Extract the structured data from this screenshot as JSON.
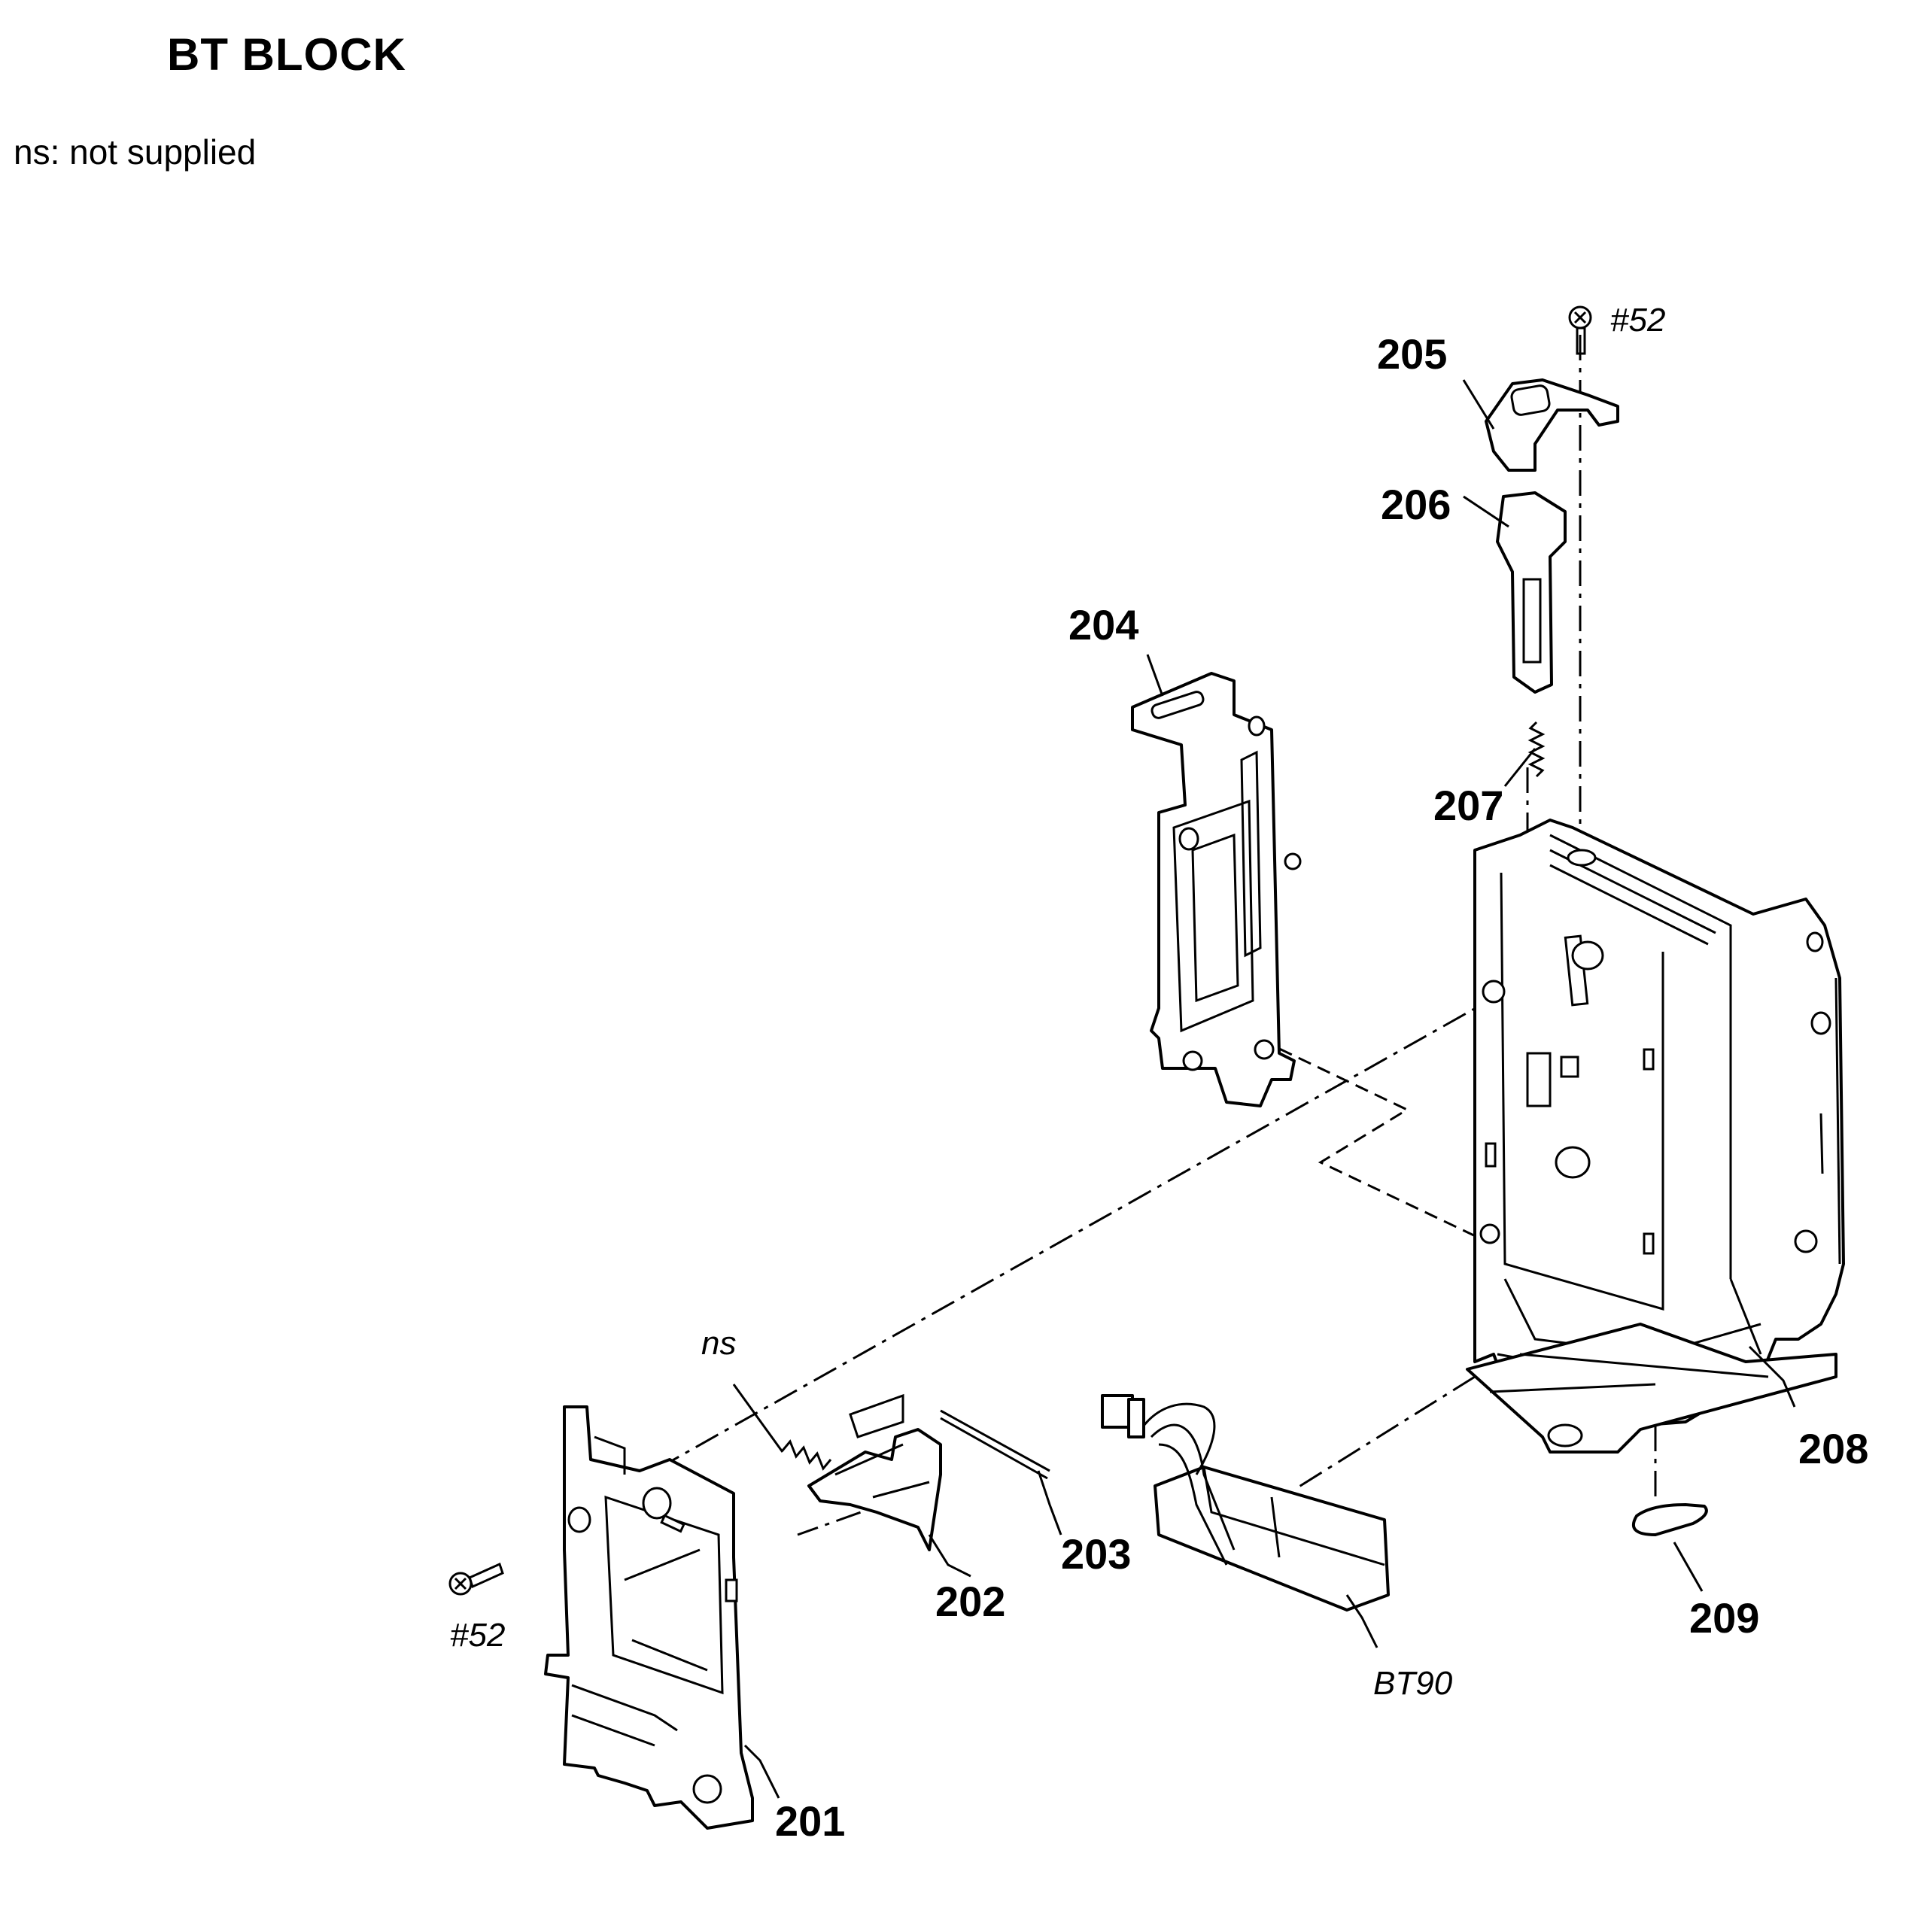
{
  "header": {
    "title": "BT  BLOCK",
    "note": "ns: not supplied"
  },
  "labels": {
    "p201": "201",
    "p202": "202",
    "p203": "203",
    "p204": "204",
    "p205": "205",
    "p206": "206",
    "p207": "207",
    "p208": "208",
    "p209": "209",
    "bt90": "BT90",
    "screw_top": "#52",
    "screw_left": "#52",
    "ns": "ns"
  }
}
